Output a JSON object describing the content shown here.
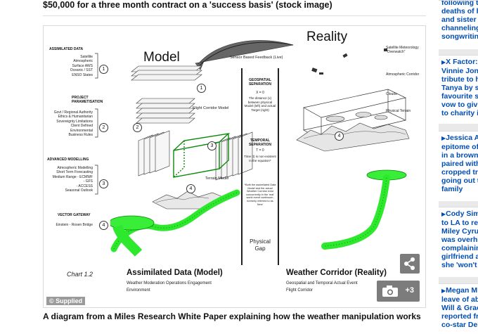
{
  "article": {
    "caption_top": "$50,000 for a three month contract on a 'success basis' (stock image)",
    "caption_bottom": "A diagram from a Miles Research White Paper explaining how the weather manipulation works",
    "supplied_badge": "© Supplied",
    "gallery_count": "+3"
  },
  "diagram": {
    "model_title": "Model",
    "reality_title": "Reality",
    "sensor_feedback": "Sensor Based Feedback (Live)",
    "left_sections": [
      {
        "heading": "ASSIMILATED DATA",
        "items": [
          "Satellite",
          "Atmospheric",
          "Surface AWS",
          "Oceanic / SST",
          "ENSO States"
        ],
        "num": "1"
      },
      {
        "heading": "PROJECT PARAMETISATION",
        "items": [
          "Govt / Regional Authority",
          "Ethics & Humanitarian",
          "Sovereignty Limitations",
          "Client Defined",
          "Environmental",
          "Business Rules"
        ],
        "num": "2"
      },
      {
        "heading": "ADVANCED MODELLING",
        "items": [
          "Atmospheric Modelling",
          "Short Term Forecasting",
          "Medium Range - ECMWF",
          "- GFS",
          "- ACCESS",
          "Seasonal Outlook"
        ],
        "num": "3"
      },
      {
        "heading": "VECTOR GATEWAY",
        "items": [
          "Einstein - Rosen Bridge"
        ],
        "num": "4"
      }
    ],
    "model_labels": {
      "flight_corridor_model": "Flight Corridor Model",
      "terrain_model": "Terrain Model"
    },
    "separation": {
      "geo_heading": "GEOSPATIAL SEPARATION",
      "geo_eq": "X = 0",
      "geo_text": "The distance (x) between physical Model (left) and actual Target (right)",
      "temp_heading": "TEMPORAL SEPARATION",
      "temp_eq": "T = 0",
      "temp_text": "Time (t) is non-existent in the equation*",
      "footnote": "*Both the assimilated Data Model and the actual Weather Corridor exist concurrently in the 'real' world event continuum, formerly referred to as 'time'",
      "physical_gap": "Physical Gap"
    },
    "reality_labels": {
      "satellite_meteorology": "Satellite Meteorology \"Overwatch\"",
      "atmospheric_corridor": "Atmospheric Corridor",
      "clouds": "Clouds",
      "physical_terrain": "Physical Terrain"
    },
    "chart_label": "Chart 1.2",
    "bottom_left_title": "Assimilated Data (Model)",
    "bottom_left_sub1": "Weather Moderation Operations Engagement",
    "bottom_left_sub2": "Environment",
    "bottom_right_title": "Weather Corridor (Reality)",
    "bottom_right_sub1": "Geospatial and Temporal Actual Event",
    "bottom_right_sub2": "Flight Corridor",
    "nums": {
      "one": "1",
      "two": "2",
      "three": "3",
      "four": "4"
    }
  },
  "rail": [
    {
      "lines": [
        "following t",
        "deaths of h",
        "and sister",
        "channeling",
        "songwritin"
      ]
    },
    {
      "lines": [
        "X Factor:",
        "Vinnie Jon",
        "tribute to h",
        "Tanya by s",
        "favourite s",
        "vow to giv",
        "to charity i"
      ]
    },
    {
      "lines": [
        "Jessica A",
        "epitome of",
        "in a brown",
        "paired with",
        "cropped tr",
        "going out t",
        "family"
      ]
    },
    {
      "lines": [
        "Cody Sim",
        "to LA to re",
        "Miley Cyru",
        "was overh",
        "complainin",
        "girlfriend a",
        "she 'won't"
      ]
    },
    {
      "lines": [
        "Megan M",
        "leave of ab",
        "Will & Grac",
        "reported fr",
        "co-star De"
      ]
    }
  ],
  "colors": {
    "green": "#2ee82e",
    "link": "#004db3",
    "dark_green": "#0a8a0a"
  }
}
